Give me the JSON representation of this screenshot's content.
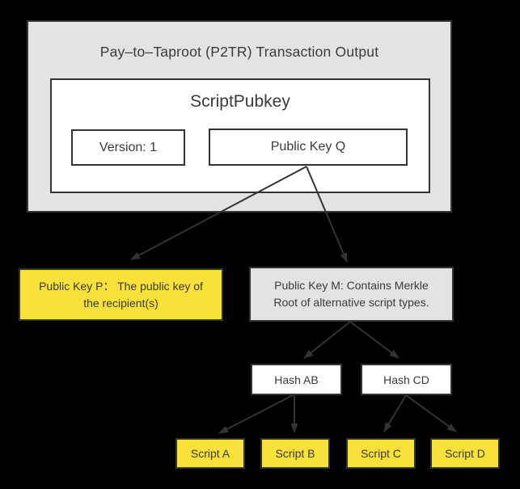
{
  "colors": {
    "background": "#000000",
    "container_gray": "#e3e3e3",
    "box_white": "#ffffff",
    "box_yellow": "#f8e13b",
    "border_dark": "#333333",
    "text_dark": "#3a3a3a"
  },
  "diagram": {
    "title": "Pay–to–Taproot (P2TR) Transaction Output",
    "scriptpubkey": {
      "title": "ScriptPubkey",
      "version": "Version: 1",
      "public_key_q": "Public Key Q"
    },
    "public_key_p": {
      "line1": "Public Key P： The public key of",
      "line2": "the recipient(s)"
    },
    "public_key_m": {
      "line1": "Public Key M: Contains Merkle",
      "line2": "Root of alternative script types."
    },
    "hash_ab": "Hash AB",
    "hash_cd": "Hash CD",
    "script_a": "Script A",
    "script_b": "Script B",
    "script_c": "Script C",
    "script_d": "Script D"
  }
}
